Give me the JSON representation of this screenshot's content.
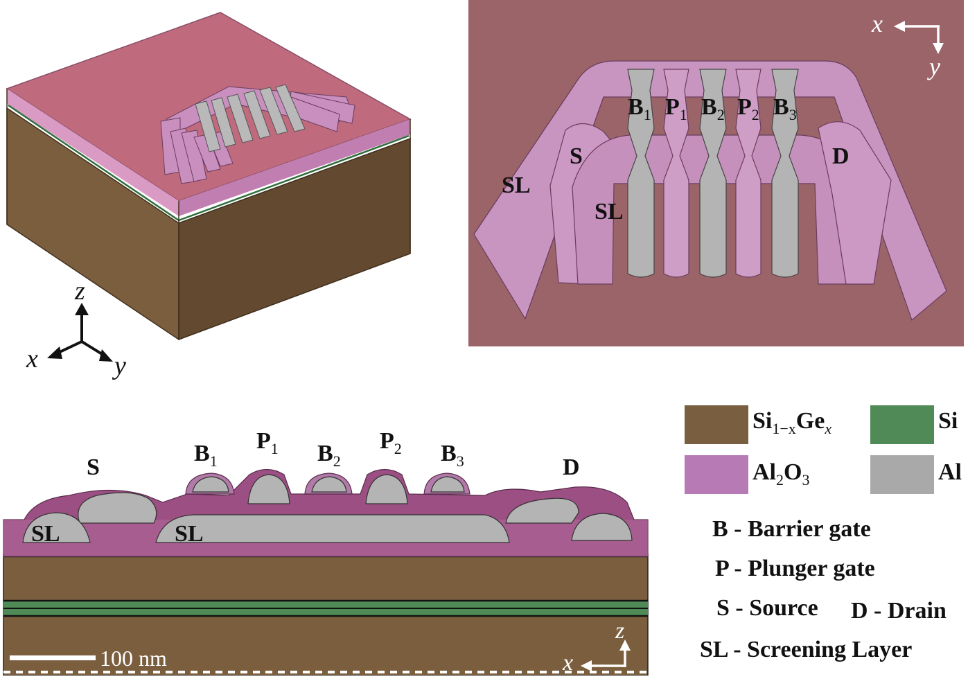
{
  "iso": {
    "axes": {
      "z": "z",
      "x": "x",
      "y": "y"
    }
  },
  "topview": {
    "axes": {
      "x": "x",
      "y": "y"
    },
    "gates": [
      {
        "letter": "B",
        "sub": "1"
      },
      {
        "letter": "P",
        "sub": "1"
      },
      {
        "letter": "B",
        "sub": "2"
      },
      {
        "letter": "P",
        "sub": "2"
      },
      {
        "letter": "B",
        "sub": "3"
      }
    ],
    "labels": {
      "sl_left": "SL",
      "s": "S",
      "sl_inner": "SL",
      "d": "D"
    }
  },
  "section": {
    "labels": {
      "s": "S",
      "d": "D",
      "sl_left": "SL",
      "sl_center": "SL"
    },
    "gates": [
      {
        "letter": "B",
        "sub": "1"
      },
      {
        "letter": "P",
        "sub": "1"
      },
      {
        "letter": "B",
        "sub": "2"
      },
      {
        "letter": "P",
        "sub": "2"
      },
      {
        "letter": "B",
        "sub": "3"
      }
    ],
    "scalebar": "100 nm",
    "axes": {
      "z": "z",
      "x": "x"
    }
  },
  "legend": {
    "materials": [
      {
        "name": "SiGe",
        "base": "Si",
        "sub": "1−x",
        "mid": "Ge",
        "sub2": "x",
        "color": "#7a5e40"
      },
      {
        "name": "Si",
        "base": "Si",
        "color": "#4f8a57"
      },
      {
        "name": "Al2O3",
        "base": "Al",
        "sub": "2",
        "mid": "O",
        "sub2": "3",
        "color": "#b87ab5"
      },
      {
        "name": "Al",
        "base": "Al",
        "color": "#a9a9a9"
      }
    ],
    "definitions": [
      "B - Barrier gate",
      "P - Plunger gate",
      "S - Source",
      "D - Drain",
      "SL - Screening Layer"
    ]
  }
}
